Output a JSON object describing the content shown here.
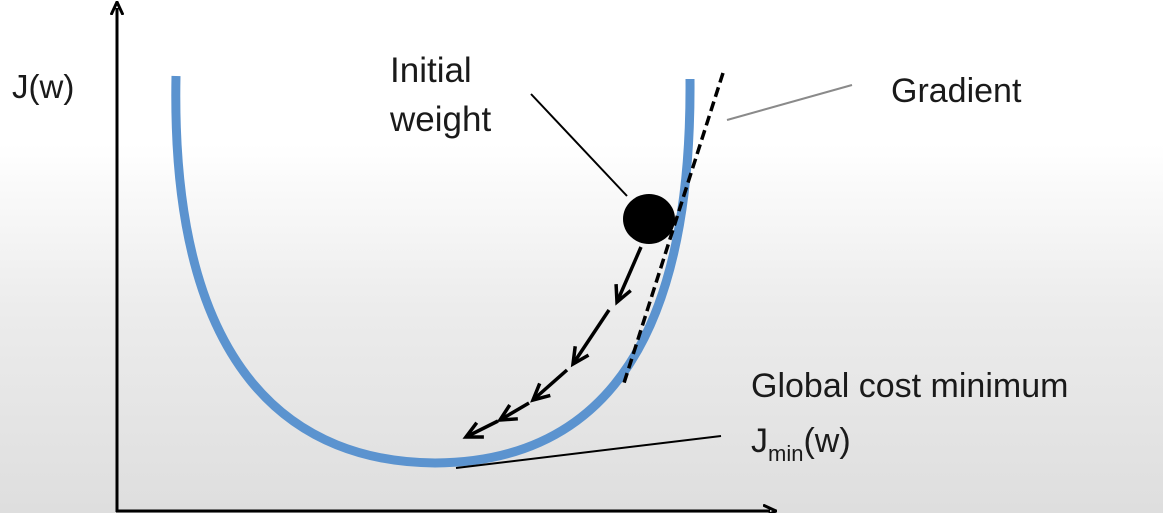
{
  "labels": {
    "y_axis": "J(w)",
    "initial_weight_line1": "Initial",
    "initial_weight_line2": "weight",
    "gradient": "Gradient",
    "global_min_line1": "Global cost minimum",
    "jmin_base": "J",
    "jmin_sub": "min",
    "jmin_tail": "(w)"
  },
  "colors": {
    "curve": "#5b93cf",
    "axis": "#000000",
    "pointer": "#000000",
    "gradient_pointer": "#8a8a8a",
    "ball": "#000000"
  }
}
